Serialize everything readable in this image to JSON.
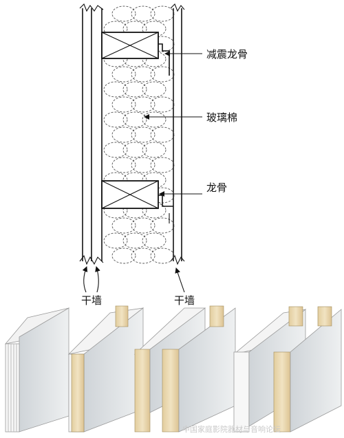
{
  "labels": {
    "resilient_channel": "减震龙骨",
    "glass_wool": "玻璃棉",
    "stud": "龙骨",
    "drywall_left": "干墙",
    "drywall_right": "干墙"
  },
  "watermark": "中国家庭影院器材与音响论坛",
  "colors": {
    "line": "#111111",
    "panel_face": "#d9dde0",
    "panel_edge": "#f4f4f4",
    "wood": "#e8d7b0",
    "wood_grain": "#c9b07c"
  }
}
